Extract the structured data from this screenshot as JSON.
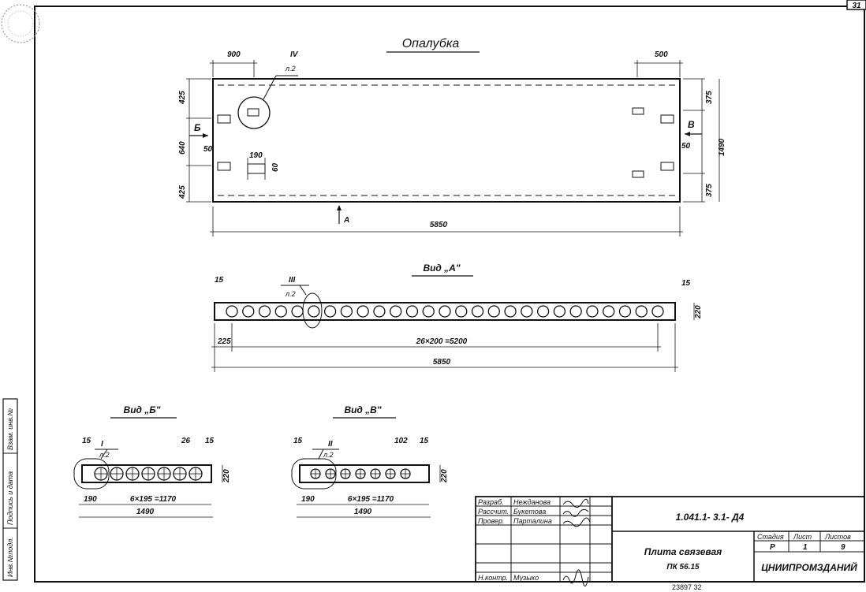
{
  "page_number": "31",
  "drawing_title": "Опалубка",
  "plan": {
    "dims": {
      "left_top": "900",
      "right_top": "500",
      "left_h1": "425",
      "left_h2": "640",
      "left_h3": "425",
      "left_50": "50",
      "right_h1": "375",
      "right_h3": "375",
      "right_50": "50",
      "total_h": "1490",
      "slot_w": "190",
      "slot_h": "60",
      "total_w": "5850"
    },
    "callout_num": "IV",
    "callout_ref": "л.2",
    "view_b": "Б",
    "view_v": "В",
    "view_a": "А"
  },
  "view_a": {
    "title": "Вид „А\"",
    "dims": {
      "left": "15",
      "right": "15",
      "height": "220",
      "offset": "225",
      "series": "26×200 =5200",
      "total": "5850"
    },
    "callout_num": "III",
    "callout_ref": "л.2",
    "hole_count": 27
  },
  "view_b": {
    "title": "Вид „Б\"",
    "dims": {
      "d15a": "15",
      "d26": "26",
      "d15b": "15",
      "height": "220",
      "offset": "190",
      "series": "6×195 =1170",
      "total": "1490"
    },
    "callout_num": "I",
    "callout_ref": "л.2"
  },
  "view_v": {
    "title": "Вид „В\"",
    "dims": {
      "d15a": "15",
      "d102": "102",
      "d15b": "15",
      "height": "220",
      "offset": "190",
      "series": "6×195 =1170",
      "total": "1490"
    },
    "callout_num": "II",
    "callout_ref": "л.2"
  },
  "title_block": {
    "roles": [
      "Разраб.",
      "Рассчит.",
      "Провер.",
      "",
      "",
      "Н.контр."
    ],
    "names": [
      "Нежданова",
      "Букетова",
      "Парталина",
      "",
      "",
      "Музыко"
    ],
    "code": "1.041.1- 3.1- Д4",
    "name_line1": "Плита связевая",
    "name_line2": "ПК 56.15",
    "stage_label": "Стадия",
    "sheet_label": "Лист",
    "sheets_label": "Листов",
    "stage": "Р",
    "sheet": "1",
    "sheets": "9",
    "org": "ЦНИИПРОМЗДАНИЙ"
  },
  "side_stamp": [
    "Инв.№подл.",
    "Подпись и дата",
    "Взам. инв.№"
  ],
  "footer_numbers": "23897   32"
}
